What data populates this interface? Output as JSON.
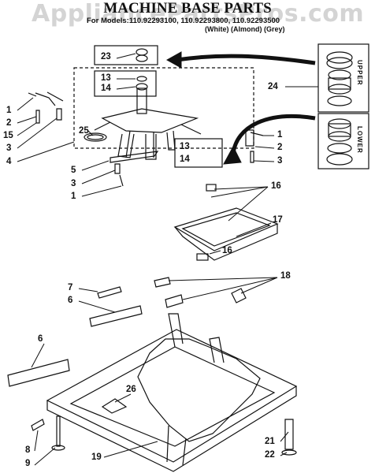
{
  "watermark": "AppliancePartsPros.com",
  "title": "MACHINE BASE PARTS",
  "models_line": "For Models:110.92293100, 110.92293800, 110.92293500",
  "colors_line": "(White)  (Almond)  (Grey)",
  "inset_labels": {
    "upper": "UPPER",
    "lower": "LOWER"
  },
  "callouts": {
    "c23": "23",
    "c13a": "13",
    "c14a": "14",
    "c24": "24",
    "c1a": "1",
    "c2a": "2",
    "c15": "15",
    "c3a": "3",
    "c4": "4",
    "c25": "25",
    "c13b": "13",
    "c14b": "14",
    "c1b": "1",
    "c2b": "2",
    "c3b": "3",
    "c5": "5",
    "c3c": "3",
    "c1c": "1",
    "c16a": "16",
    "c17": "17",
    "c16b": "16",
    "c7": "7",
    "c6a": "6",
    "c18": "18",
    "c6b": "6",
    "c26": "26",
    "c8": "8",
    "c9": "9",
    "c19": "19",
    "c21": "21",
    "c22": "22"
  }
}
